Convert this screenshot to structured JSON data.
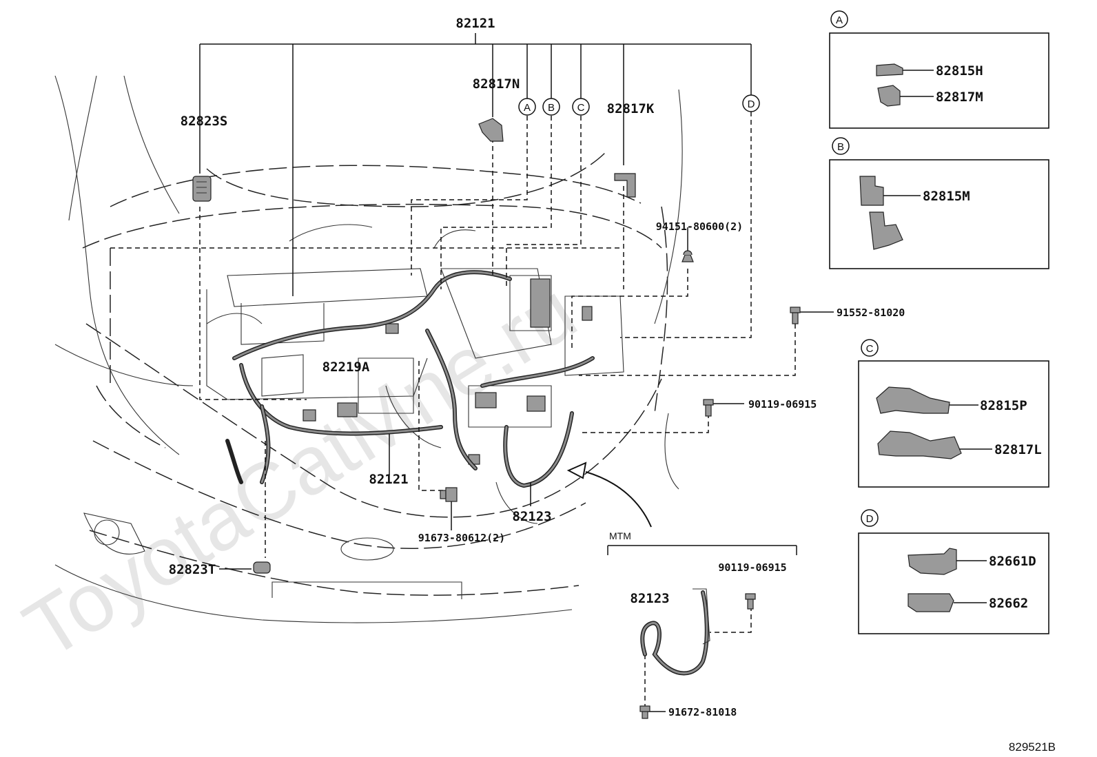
{
  "watermark": "ToyotaCatMne.ru",
  "diagram_code": "829521B",
  "labels": {
    "top_main": "82121",
    "lower_main": "82121",
    "p82817N": "82817N",
    "p82817K": "82817K",
    "p82823S": "82823S",
    "p82823T": "82823T",
    "p82219A": "82219A",
    "p82123": "82123",
    "p82123_mtm": "82123",
    "b94151": "94151-80600(2)",
    "b91552": "91552-81020",
    "b90119": "90119-06915",
    "b90119_mtm": "90119-06915",
    "b91673": "91673-80612(2)",
    "b91672": "91672-81018",
    "mtm": "MTM"
  },
  "callouts": [
    "A",
    "B",
    "C",
    "D"
  ],
  "insets": {
    "A": {
      "letter": "A",
      "parts": [
        "82815H",
        "82817M"
      ]
    },
    "B": {
      "letter": "B",
      "parts": [
        "82815M"
      ]
    },
    "C": {
      "letter": "C",
      "parts": [
        "82815P",
        "82817L"
      ]
    },
    "D": {
      "letter": "D",
      "parts": [
        "82661D",
        "82662"
      ]
    }
  }
}
